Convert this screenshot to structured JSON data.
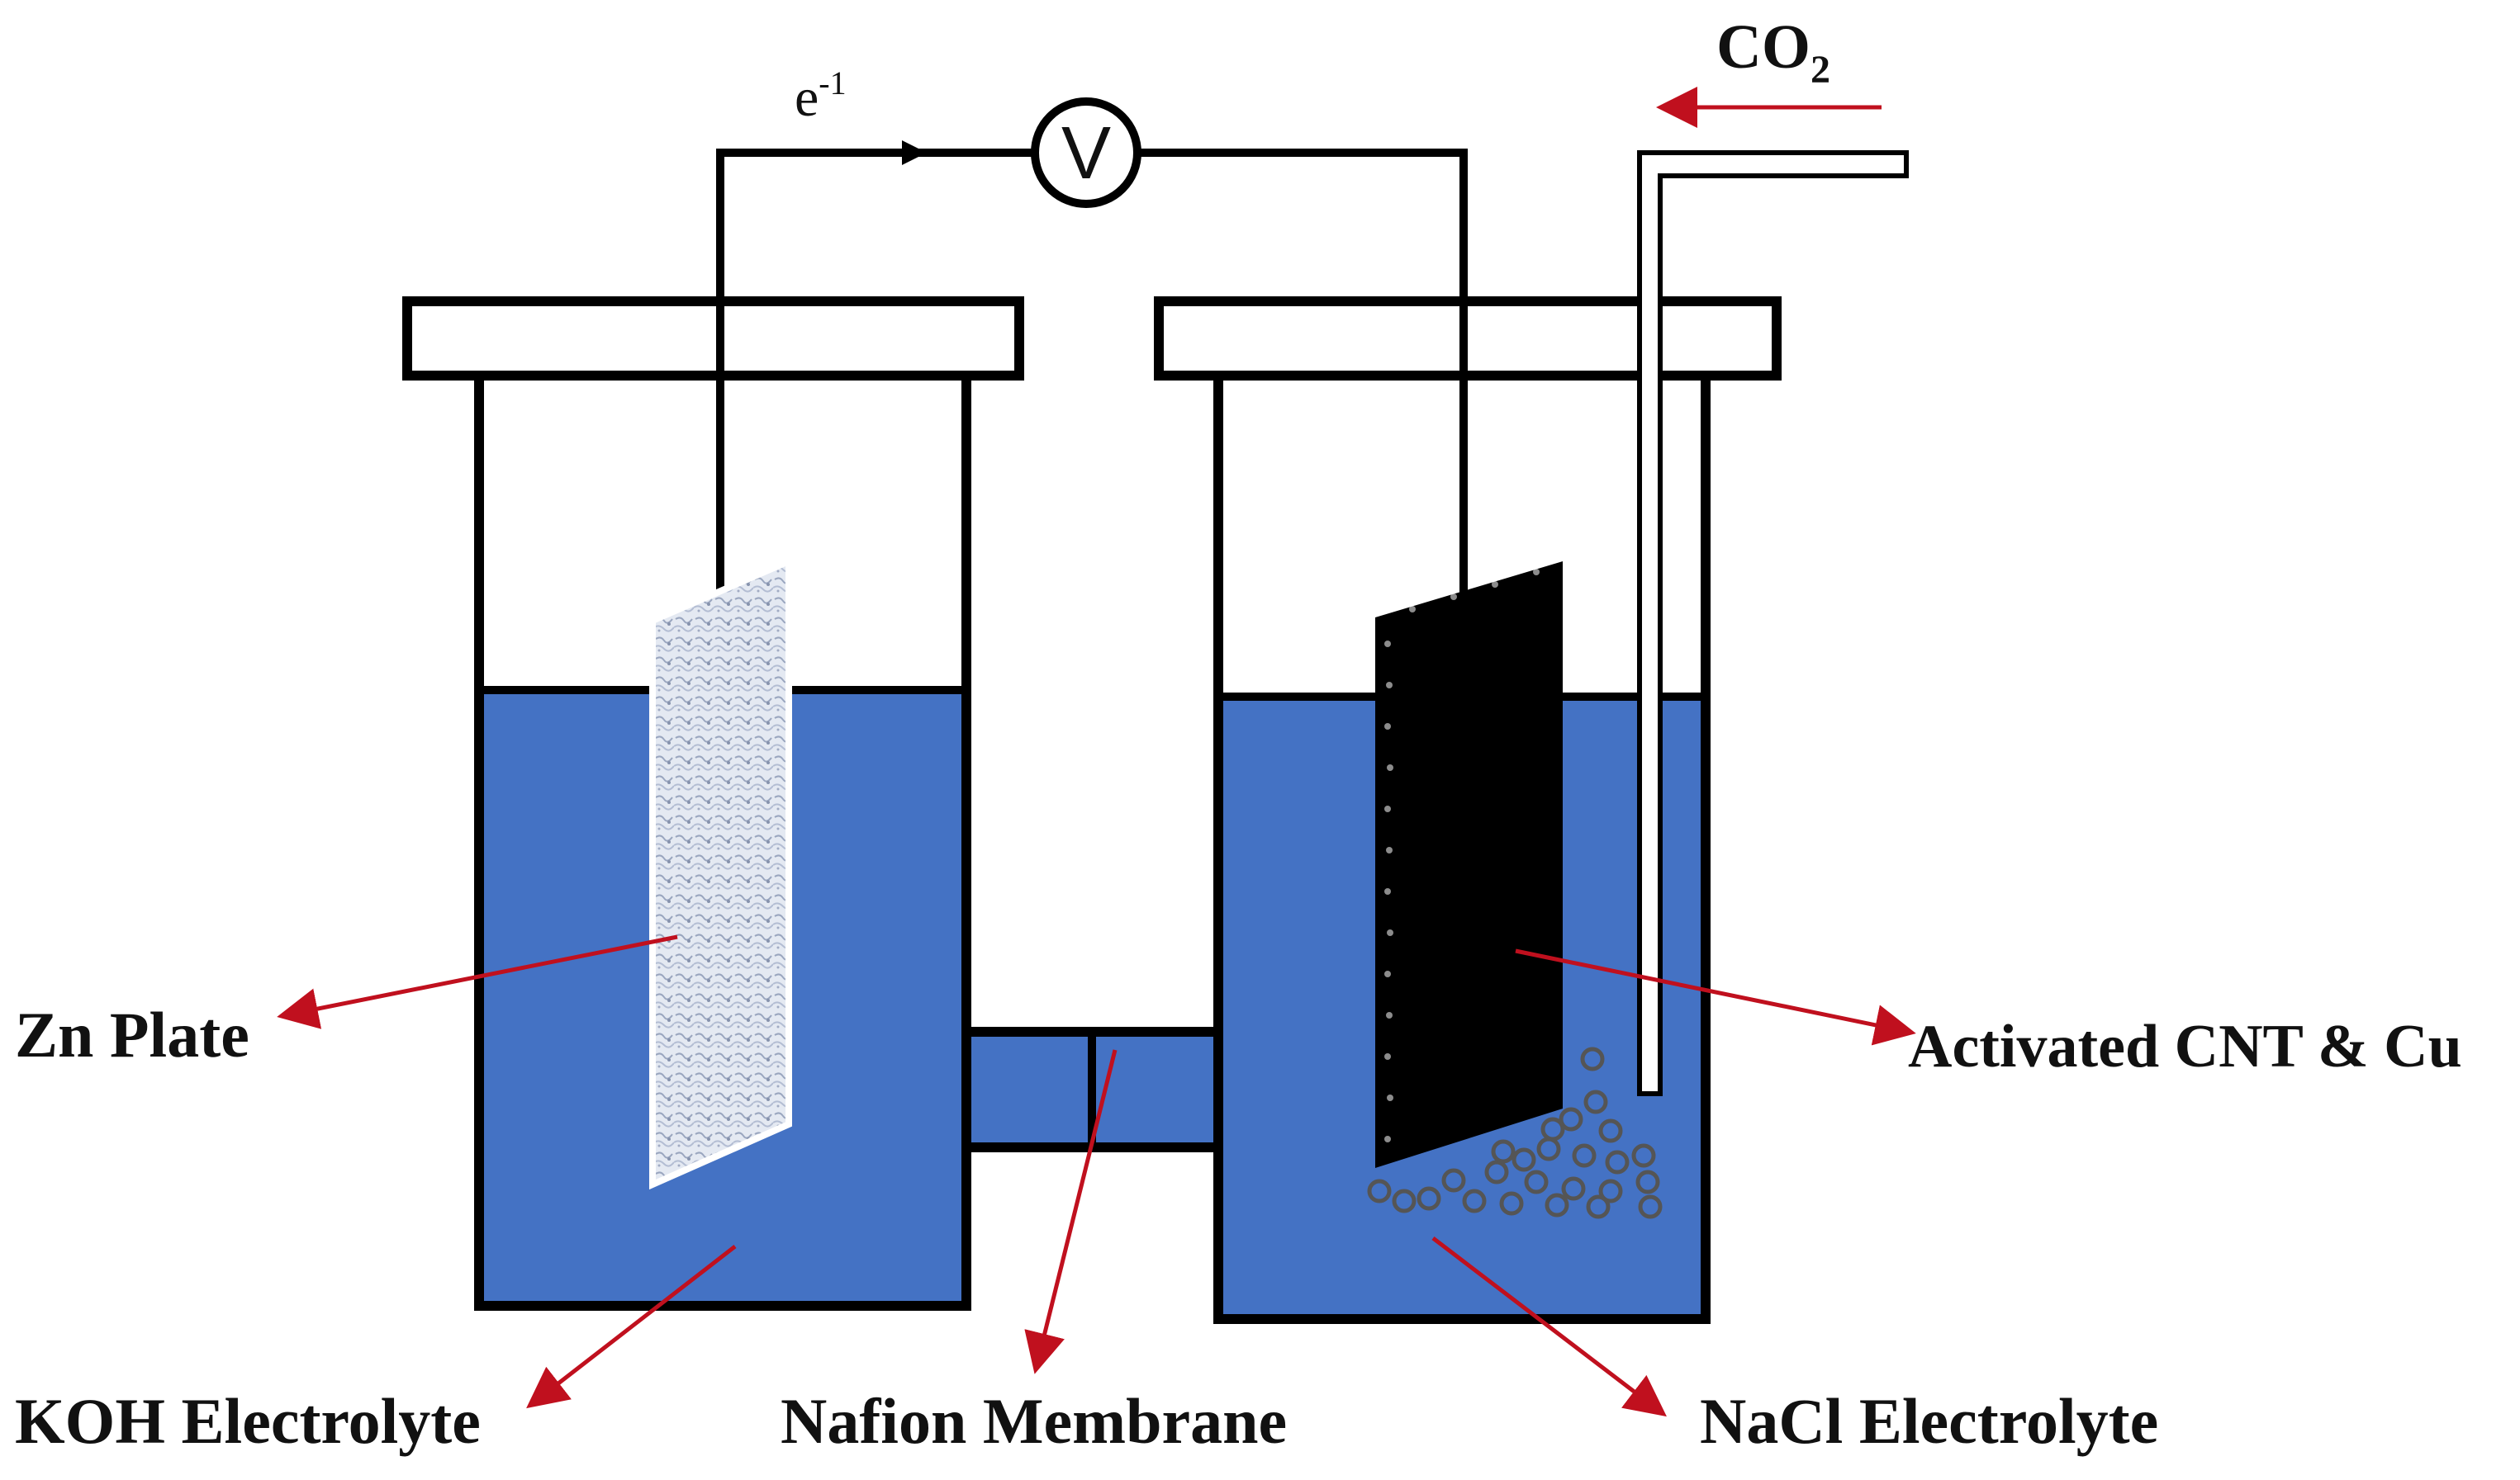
{
  "labels": {
    "electron": "e",
    "electron_sup": "-1",
    "voltmeter": "V",
    "co2_main": "CO",
    "co2_sub": "2",
    "zn_plate": "Zn Plate",
    "koh": "KOH Electrolyte",
    "nafion": "Nafion Membrane",
    "nacl": "NaCl Electrolyte",
    "cathode": "Activated CNT & Cu"
  },
  "colors": {
    "electrolyte": "#4472c4",
    "arrow": "#c0101e",
    "line": "#000000",
    "zn_plate": "#e4e9f2",
    "cathode": "#000000",
    "bubble": "#555555"
  }
}
